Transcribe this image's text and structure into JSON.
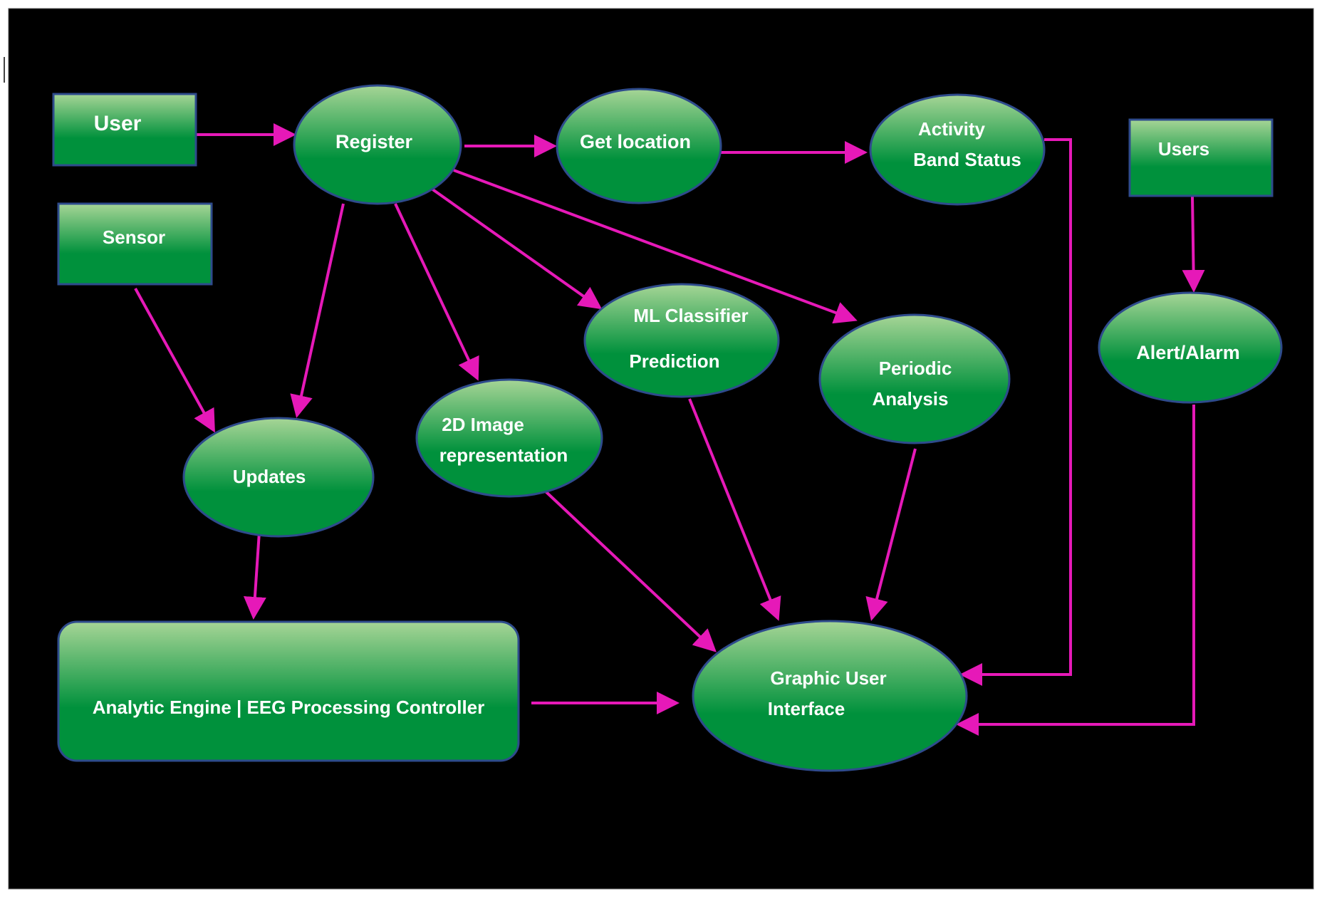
{
  "colors": {
    "background": "#000000",
    "frame": "#ffffff",
    "node_fill_top": "#a6d596",
    "node_fill_bottom": "#00913c",
    "node_border": "#2e4b8c",
    "arrow": "#e619b8",
    "text": "#ffffff"
  },
  "nodes": {
    "user": {
      "lines": [
        "User"
      ]
    },
    "sensor": {
      "lines": [
        "Sensor"
      ]
    },
    "register": {
      "lines": [
        "Register"
      ]
    },
    "get_location": {
      "lines": [
        "Get location"
      ]
    },
    "activity_band_status": {
      "lines": [
        "Activity",
        "Band Status"
      ]
    },
    "users": {
      "lines": [
        "Users"
      ]
    },
    "ml_classifier": {
      "lines": [
        "ML Classifier",
        "Prediction"
      ]
    },
    "periodic_analysis": {
      "lines": [
        "Periodic",
        "Analysis"
      ]
    },
    "alert_alarm": {
      "lines": [
        "Alert/Alarm"
      ]
    },
    "image_2d": {
      "lines": [
        "2D Image",
        "representation"
      ]
    },
    "updates": {
      "lines": [
        "Updates"
      ]
    },
    "analytic_engine": {
      "lines": [
        "Analytic Engine | EEG Processing Controller"
      ]
    },
    "gui": {
      "lines": [
        "Graphic User",
        "Interface"
      ]
    }
  },
  "edges": [
    {
      "from": "user",
      "to": "register"
    },
    {
      "from": "register",
      "to": "get_location"
    },
    {
      "from": "get_location",
      "to": "activity_band_status"
    },
    {
      "from": "activity_band_status",
      "to": "gui"
    },
    {
      "from": "users",
      "to": "alert_alarm"
    },
    {
      "from": "alert_alarm",
      "to": "gui"
    },
    {
      "from": "register",
      "to": "ml_classifier"
    },
    {
      "from": "register",
      "to": "periodic_analysis"
    },
    {
      "from": "register",
      "to": "image_2d"
    },
    {
      "from": "register",
      "to": "updates"
    },
    {
      "from": "sensor",
      "to": "updates"
    },
    {
      "from": "updates",
      "to": "analytic_engine"
    },
    {
      "from": "analytic_engine",
      "to": "gui"
    },
    {
      "from": "image_2d",
      "to": "gui"
    },
    {
      "from": "ml_classifier",
      "to": "gui"
    },
    {
      "from": "periodic_analysis",
      "to": "gui"
    }
  ]
}
